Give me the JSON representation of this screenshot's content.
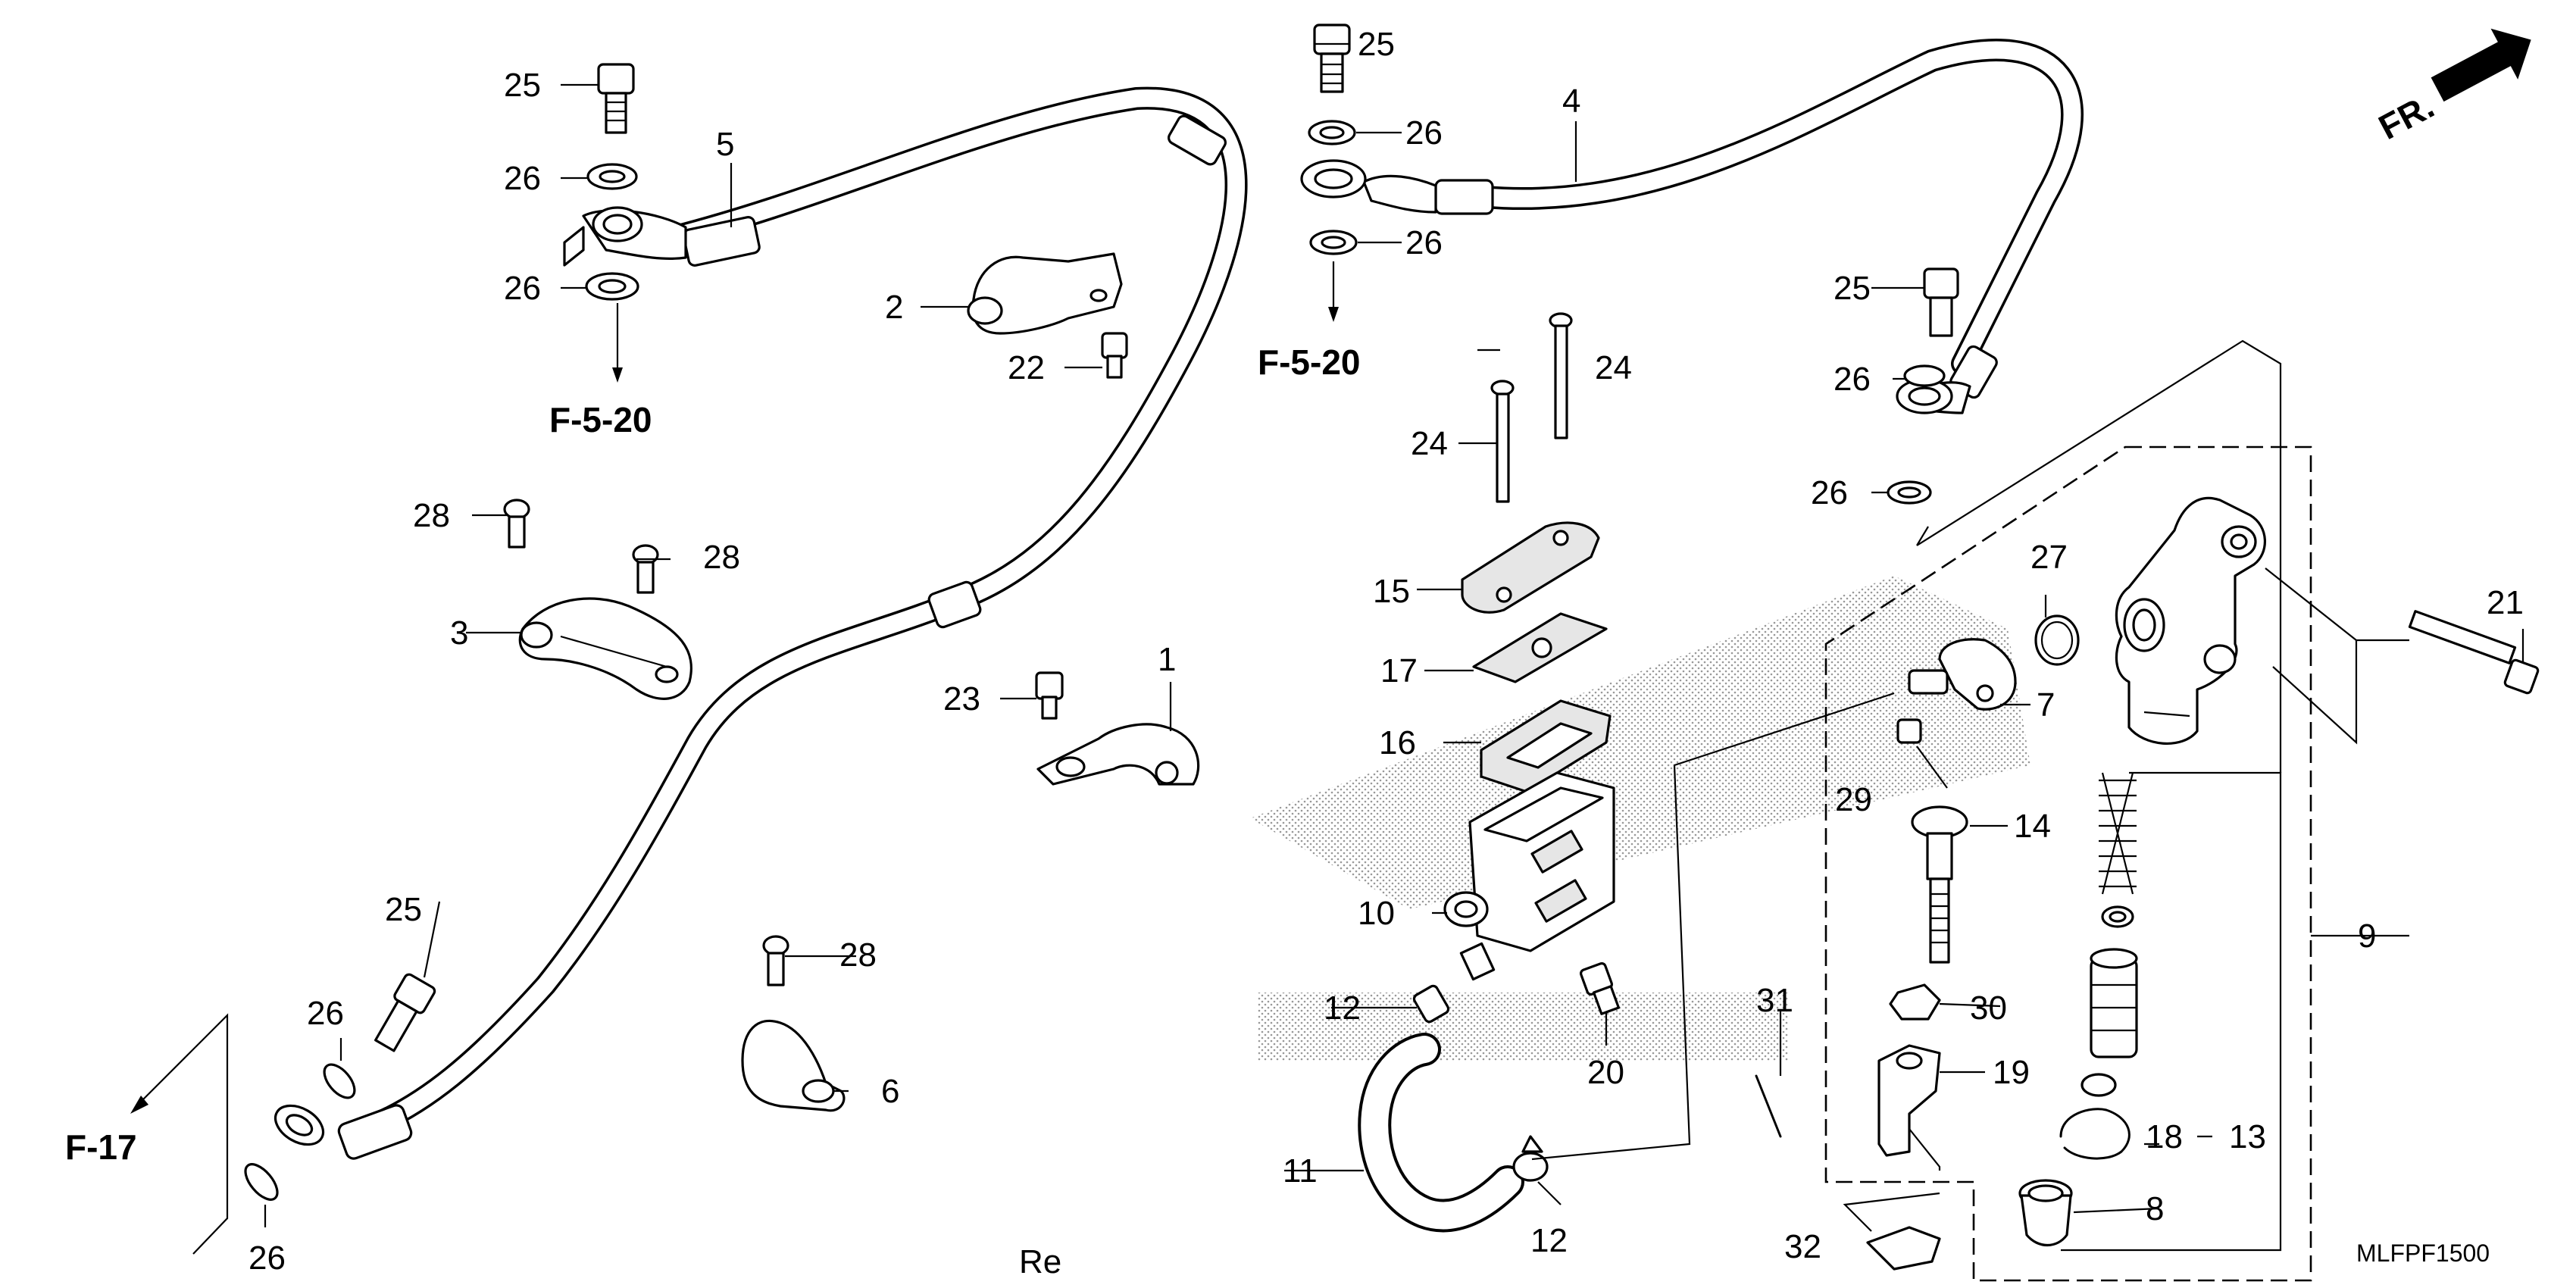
{
  "orientation": {
    "label": "FR."
  },
  "diagram_code": "MLFPF1500",
  "stray_text": "Re",
  "references": {
    "f520_left": "F-5-20",
    "f520_right": "F-5-20",
    "f17": "F-17"
  },
  "callouts": {
    "c1": "1",
    "c2": "2",
    "c3": "3",
    "c4": "4",
    "c5": "5",
    "c6": "6",
    "c7": "7",
    "c8": "8",
    "c9": "9",
    "c10": "10",
    "c11": "11",
    "c12a": "12",
    "c12b": "12",
    "c13": "13",
    "c14": "14",
    "c15": "15",
    "c16": "16",
    "c17": "17",
    "c18": "18",
    "c19": "19",
    "c20": "20",
    "c21": "21",
    "c22": "22",
    "c23": "23",
    "c24a": "24",
    "c24b": "24",
    "c25a": "25",
    "c25b": "25",
    "c25c": "25",
    "c25d": "25",
    "c26a": "26",
    "c26b": "26",
    "c26c": "26",
    "c26d": "26",
    "c26e": "26",
    "c26f": "26",
    "c26g": "26",
    "c26h": "26",
    "c27": "27",
    "c28a": "28",
    "c28b": "28",
    "c28c": "28",
    "c29": "29",
    "c30": "30",
    "c31": "31",
    "c32": "32"
  }
}
